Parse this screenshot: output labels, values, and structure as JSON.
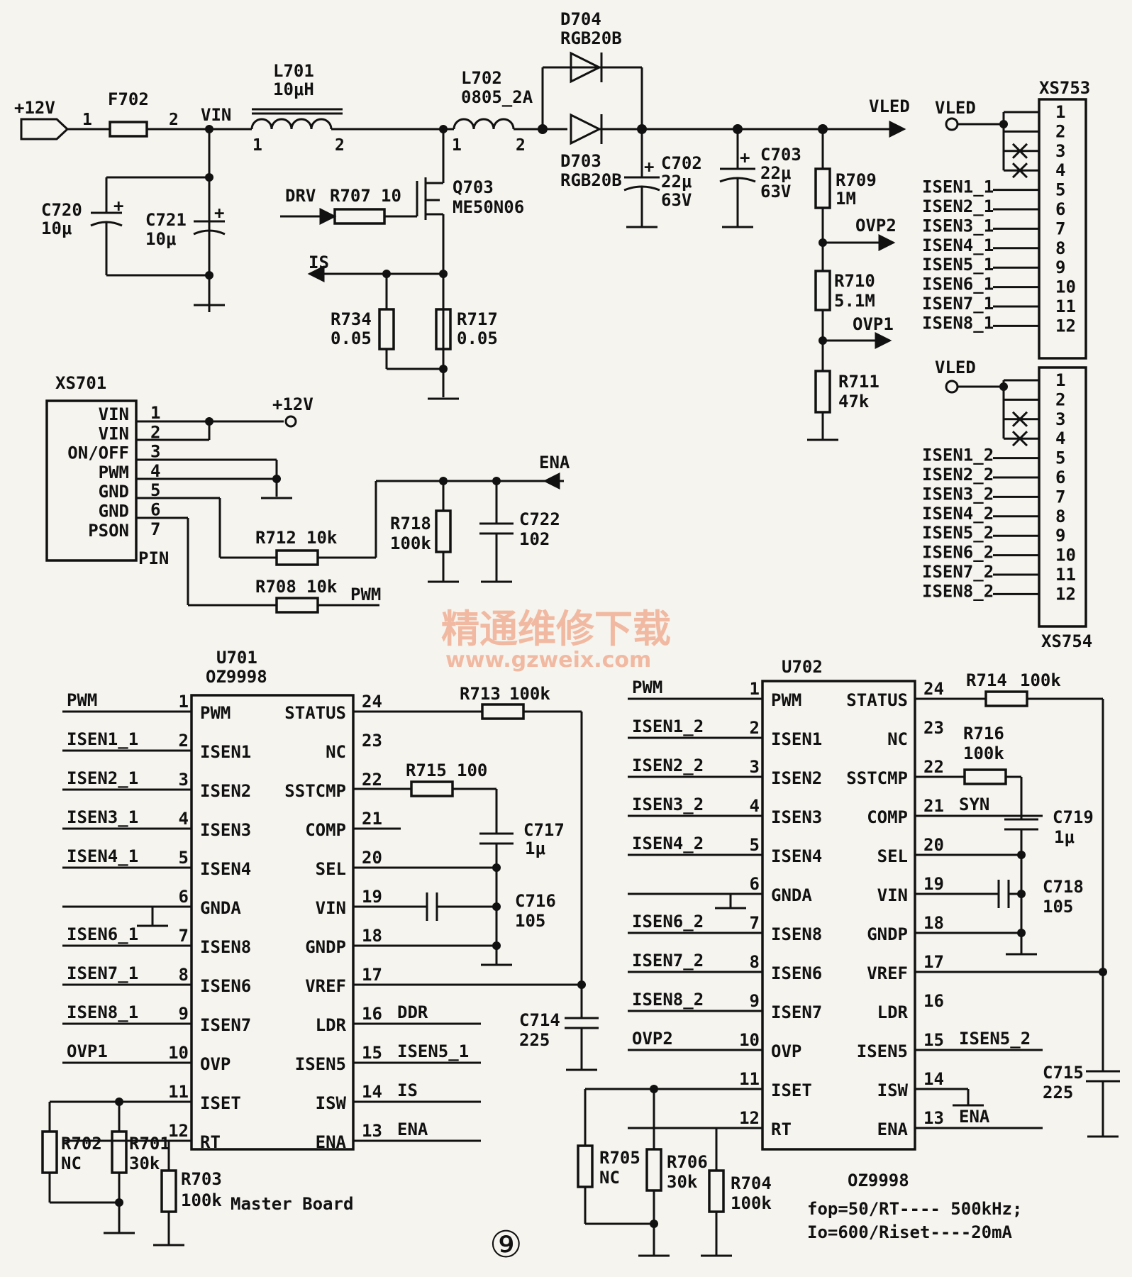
{
  "power_stage": {
    "input": "+12V",
    "fuse": "F702",
    "fuse_pin1": "1",
    "fuse_pin2": "2",
    "vin": "VIN",
    "l701_ref": "L701",
    "l701_val": "10μH",
    "l702_ref": "L702",
    "l702_val": "0805_2A",
    "l_pin1": "1",
    "l_pin2": "2",
    "d704_ref": "D704",
    "d704_val": "RGB20B",
    "d703_ref": "D703",
    "d703_val": "RGB20B",
    "c720_ref": "C720",
    "c720_val": "10μ",
    "c721_ref": "C721",
    "c721_val": "10μ",
    "drv": "DRV",
    "r707_ref": "R707",
    "r707_val": "10",
    "q703_ref": "Q703",
    "q703_val": "ME50N06",
    "is": "IS",
    "r734_ref": "R734",
    "r734_val": "0.05",
    "r717_ref": "R717",
    "r717_val": "0.05",
    "c702_ref": "C702",
    "c702_val": "22μ",
    "c702_v": "63V",
    "c703_ref": "C703",
    "c703_val": "22μ",
    "c703_v": "63V",
    "vled": "VLED",
    "r709_ref": "R709",
    "r709_val": "1M",
    "ovp2": "OVP2",
    "r710_ref": "R710",
    "r710_val": "5.1M",
    "ovp1": "OVP1",
    "r711_ref": "R711",
    "r711_val": "47k"
  },
  "xs753": {
    "ref": "XS753",
    "vled": "VLED",
    "pins": [
      "1",
      "2",
      "3",
      "4",
      "5",
      "6",
      "7",
      "8",
      "9",
      "10",
      "11",
      "12"
    ],
    "signals": [
      "ISEN1_1",
      "ISEN2_1",
      "ISEN3_1",
      "ISEN4_1",
      "ISEN5_1",
      "ISEN6_1",
      "ISEN7_1",
      "ISEN8_1"
    ]
  },
  "xs754": {
    "ref": "XS754",
    "vled": "VLED",
    "pins": [
      "1",
      "2",
      "3",
      "4",
      "5",
      "6",
      "7",
      "8",
      "9",
      "10",
      "11",
      "12"
    ],
    "signals": [
      "ISEN1_2",
      "ISEN2_2",
      "ISEN3_2",
      "ISEN4_2",
      "ISEN5_2",
      "ISEN6_2",
      "ISEN7_2",
      "ISEN8_2"
    ]
  },
  "xs701": {
    "ref": "XS701",
    "pins": [
      {
        "num": "1",
        "name": "VIN"
      },
      {
        "num": "2",
        "name": "VIN"
      },
      {
        "num": "3",
        "name": "ON/OFF"
      },
      {
        "num": "4",
        "name": "PWM"
      },
      {
        "num": "5",
        "name": "GND"
      },
      {
        "num": "6",
        "name": "GND"
      },
      {
        "num": "7",
        "name": "PSON"
      }
    ],
    "pin_label": "PIN",
    "plus12": "+12V",
    "ena": "ENA",
    "r712_ref": "R712",
    "r712_val": "10k",
    "r708_ref": "R708",
    "r708_val": "10k",
    "pwm": "PWM",
    "r718_ref": "R718",
    "r718_val": "100k",
    "c722_ref": "C722",
    "c722_val": "102"
  },
  "watermark": {
    "cn": "精通维修下载",
    "url": "www.gzweix.com"
  },
  "u701": {
    "ref": "U701",
    "part": "OZ9998",
    "left_pins": [
      {
        "num": "1",
        "name": "PWM",
        "net": "PWM"
      },
      {
        "num": "2",
        "name": "ISEN1",
        "net": "ISEN1_1"
      },
      {
        "num": "3",
        "name": "ISEN2",
        "net": "ISEN2_1"
      },
      {
        "num": "4",
        "name": "ISEN3",
        "net": "ISEN3_1"
      },
      {
        "num": "5",
        "name": "ISEN4",
        "net": "ISEN4_1"
      },
      {
        "num": "6",
        "name": "GNDA",
        "net": ""
      },
      {
        "num": "7",
        "name": "ISEN8",
        "net": "ISEN6_1"
      },
      {
        "num": "8",
        "name": "ISEN6",
        "net": "ISEN7_1"
      },
      {
        "num": "9",
        "name": "ISEN7",
        "net": "ISEN8_1"
      },
      {
        "num": "10",
        "name": "OVP",
        "net": "OVP1"
      },
      {
        "num": "11",
        "name": "ISET",
        "net": ""
      },
      {
        "num": "12",
        "name": "RT",
        "net": ""
      }
    ],
    "right_pins": [
      {
        "num": "24",
        "name": "STATUS",
        "net": ""
      },
      {
        "num": "23",
        "name": "NC",
        "net": ""
      },
      {
        "num": "22",
        "name": "SSTCMP",
        "net": ""
      },
      {
        "num": "21",
        "name": "COMP",
        "net": ""
      },
      {
        "num": "20",
        "name": "SEL",
        "net": ""
      },
      {
        "num": "19",
        "name": "VIN",
        "net": ""
      },
      {
        "num": "18",
        "name": "GNDP",
        "net": ""
      },
      {
        "num": "17",
        "name": "VREF",
        "net": ""
      },
      {
        "num": "16",
        "name": "LDR",
        "net": "DDR"
      },
      {
        "num": "15",
        "name": "ISEN5",
        "net": "ISEN5_1"
      },
      {
        "num": "14",
        "name": "ISW",
        "net": "IS"
      },
      {
        "num": "13",
        "name": "ENA",
        "net": "ENA"
      }
    ],
    "r713_ref": "R713",
    "r713_val": "100k",
    "r715_ref": "R715",
    "r715_val": "100",
    "c717_ref": "C717",
    "c717_val": "1μ",
    "c716_ref": "C716",
    "c716_val": "105",
    "c714_ref": "C714",
    "c714_val": "225",
    "r702_ref": "R702",
    "r702_val": "NC",
    "r701_ref": "R701",
    "r701_val": "30k",
    "r703_ref": "R703",
    "r703_val": "100k",
    "board": "Master Board"
  },
  "u702": {
    "ref": "U702",
    "part": "OZ9998",
    "left_pins": [
      {
        "num": "1",
        "name": "PWM",
        "net": "PWM"
      },
      {
        "num": "2",
        "name": "ISEN1",
        "net": "ISEN1_2"
      },
      {
        "num": "3",
        "name": "ISEN2",
        "net": "ISEN2_2"
      },
      {
        "num": "4",
        "name": "ISEN3",
        "net": "ISEN3_2"
      },
      {
        "num": "5",
        "name": "ISEN4",
        "net": "ISEN4_2"
      },
      {
        "num": "6",
        "name": "GNDA",
        "net": ""
      },
      {
        "num": "7",
        "name": "ISEN8",
        "net": "ISEN6_2"
      },
      {
        "num": "8",
        "name": "ISEN6",
        "net": "ISEN7_2"
      },
      {
        "num": "9",
        "name": "ISEN7",
        "net": "ISEN8_2"
      },
      {
        "num": "10",
        "name": "OVP",
        "net": "OVP2"
      },
      {
        "num": "11",
        "name": "ISET",
        "net": ""
      },
      {
        "num": "12",
        "name": "RT",
        "net": ""
      }
    ],
    "right_pins": [
      {
        "num": "24",
        "name": "STATUS",
        "net": ""
      },
      {
        "num": "23",
        "name": "NC",
        "net": ""
      },
      {
        "num": "22",
        "name": "SSTCMP",
        "net": ""
      },
      {
        "num": "21",
        "name": "COMP",
        "net": "SYN"
      },
      {
        "num": "20",
        "name": "SEL",
        "net": ""
      },
      {
        "num": "19",
        "name": "VIN",
        "net": ""
      },
      {
        "num": "18",
        "name": "GNDP",
        "net": ""
      },
      {
        "num": "17",
        "name": "VREF",
        "net": ""
      },
      {
        "num": "16",
        "name": "LDR",
        "net": ""
      },
      {
        "num": "15",
        "name": "ISEN5",
        "net": "ISEN5_2"
      },
      {
        "num": "14",
        "name": "ISW",
        "net": ""
      },
      {
        "num": "13",
        "name": "ENA",
        "net": "ENA"
      }
    ],
    "r714_ref": "R714",
    "r714_val": "100k",
    "r716_ref": "R716",
    "r716_val": "100k",
    "c719_ref": "C719",
    "c719_val": "1μ",
    "c718_ref": "C718",
    "c718_val": "105",
    "c715_ref": "C715",
    "c715_val": "225",
    "r705_ref": "R705",
    "r705_val": "NC",
    "r706_ref": "R706",
    "r706_val": "30k",
    "r704_ref": "R704",
    "r704_val": "100k"
  },
  "notes": {
    "part": "OZ9998",
    "line1": "fop=50/RT----  500kHz;",
    "line2": "Io=600/Riset----20mA"
  },
  "figure_number": "⑨"
}
